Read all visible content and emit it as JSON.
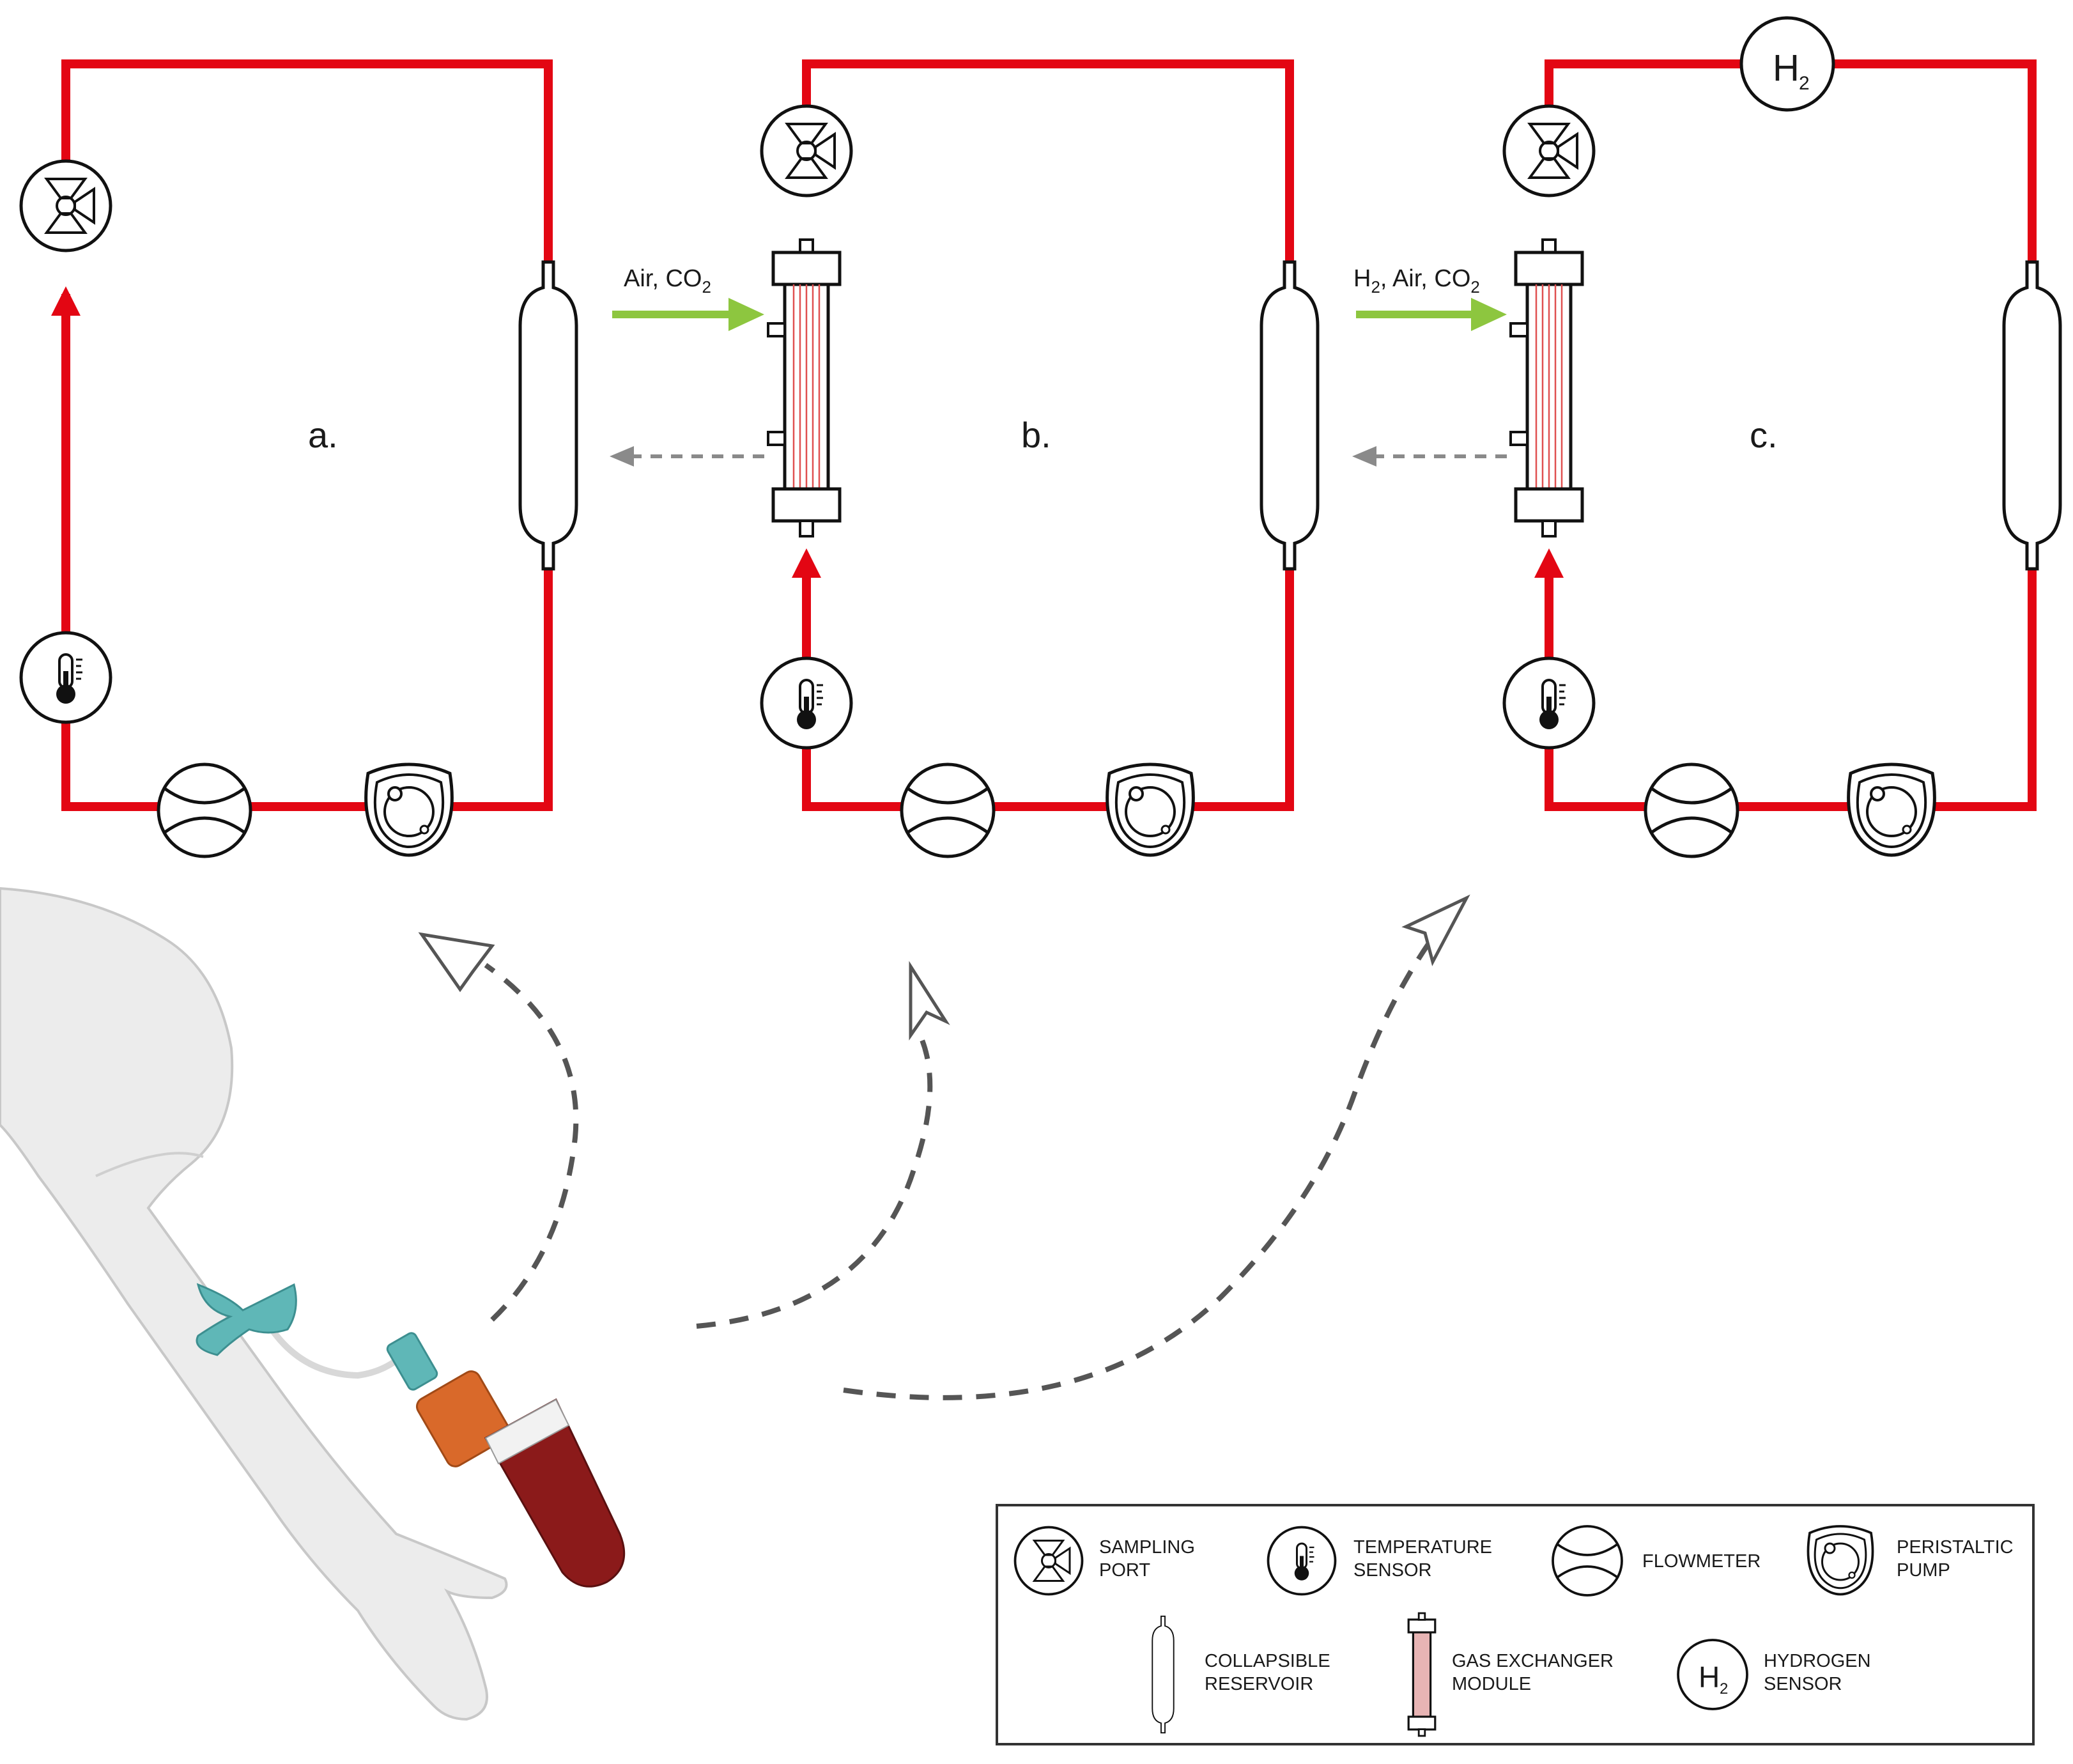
{
  "panels": [
    {
      "label": "a.",
      "gas_in": "",
      "has_exchanger": false,
      "has_h2": false
    },
    {
      "label": "b.",
      "gas_in": "Air, CO2",
      "has_exchanger": true,
      "has_h2": false
    },
    {
      "label": "c.",
      "gas_in": "H2, Air, CO2",
      "has_exchanger": true,
      "has_h2": true
    }
  ],
  "gas_labels": {
    "b_air": "Air, CO",
    "b_sub": "2",
    "c_h": "H",
    "c_sub1": "2",
    "c_air": ", Air, CO",
    "c_sub2": "2"
  },
  "h2_sensor": {
    "main": "H",
    "sub": "2"
  },
  "legend": {
    "items": [
      {
        "line1": "SAMPLING",
        "line2": "PORT",
        "icon": "sampling-port-icon"
      },
      {
        "line1": "TEMPERATURE",
        "line2": "SENSOR",
        "icon": "thermometer-icon"
      },
      {
        "line1": "FLOWMETER",
        "line2": "",
        "icon": "flowmeter-icon"
      },
      {
        "line1": "PERISTALTIC",
        "line2": "PUMP",
        "icon": "peristaltic-pump-icon"
      },
      {
        "line1": "COLLAPSIBLE",
        "line2": "RESERVOIR",
        "icon": "reservoir-icon"
      },
      {
        "line1": "GAS EXCHANGER",
        "line2": "MODULE",
        "icon": "gas-exchanger-icon"
      },
      {
        "line1": "HYDROGEN",
        "line2": "SENSOR",
        "icon": "hydrogen-sensor-icon"
      }
    ]
  },
  "colors": {
    "tubing": "#e30613",
    "gas_arrow": "#8dc63f",
    "dashed": "#555555",
    "blood": "#8b1a1a",
    "tube_cap": "#d9692a",
    "butterfly": "#5fb7b7"
  }
}
